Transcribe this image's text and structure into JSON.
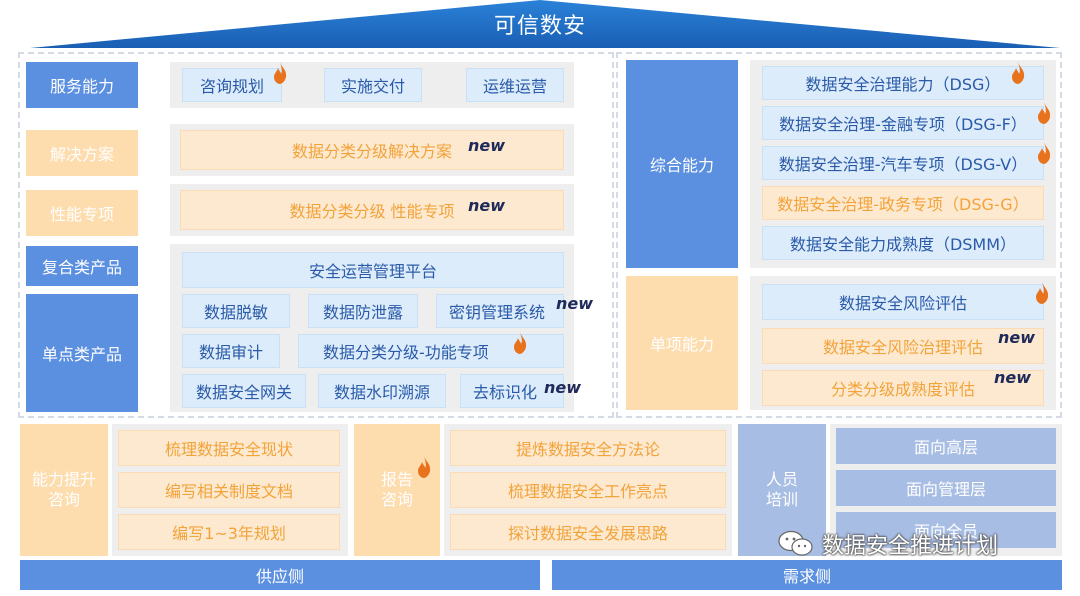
{
  "header": {
    "title": "可信数安"
  },
  "left_panel": {
    "service": {
      "label": "服务能力",
      "items": [
        "咨询规划",
        "实施交付",
        "运维运营"
      ]
    },
    "solution": {
      "label": "解决方案",
      "item": "数据分类分级解决方案",
      "badge": "new"
    },
    "performance": {
      "label": "性能专项",
      "item": "数据分类分级 性能专项",
      "badge": "new"
    },
    "composite": {
      "label": "复合类产品",
      "item": "安全运营管理平台"
    },
    "single": {
      "label": "单点类产品",
      "row1": [
        "数据脱敏",
        "数据防泄露",
        "密钥管理系统"
      ],
      "row1_badge": "new",
      "row2": [
        "数据审计",
        "数据分类分级-功能专项"
      ],
      "row3": [
        "数据安全网关",
        "数据水印溯源",
        "去标识化"
      ],
      "row3_badge": "new"
    }
  },
  "right_panel": {
    "comprehensive": {
      "label": "综合能力",
      "items": [
        "数据安全治理能力（DSG）",
        "数据安全治理-金融专项（DSG-F）",
        "数据安全治理-汽车专项（DSG-V）",
        "数据安全治理-政务专项（DSG-G）",
        "数据安全能力成熟度（DSMM）"
      ]
    },
    "single_item": {
      "label": "单项能力",
      "items": [
        "数据安全风险评估",
        "数据安全风险治理评估",
        "分类分级成熟度评估"
      ],
      "badge": "new"
    }
  },
  "bottom": {
    "capability": {
      "label": "能力提升咨询",
      "items": [
        "梳理数据安全现状",
        "编写相关制度文档",
        "编写1~3年规划"
      ]
    },
    "report": {
      "label": "报告咨询",
      "items": [
        "提炼数据安全方法论",
        "梳理数据安全工作亮点",
        "探讨数据安全发展思路"
      ]
    },
    "training": {
      "label": "人员培训",
      "items": [
        "面向高层",
        "面向管理层",
        "面向全员"
      ]
    },
    "supply_side": "供应侧",
    "demand_side": "需求侧"
  },
  "watermark": "数据安全推进计划",
  "colors": {
    "primary_blue": "#5b8fe0",
    "roof_blue": "#1e6ec8",
    "light_blue": "#dcecfb",
    "orange_text": "#f2a33a",
    "light_orange": "#fde9d0",
    "lavender": "#a8bde3",
    "flame": "#e8731c"
  }
}
